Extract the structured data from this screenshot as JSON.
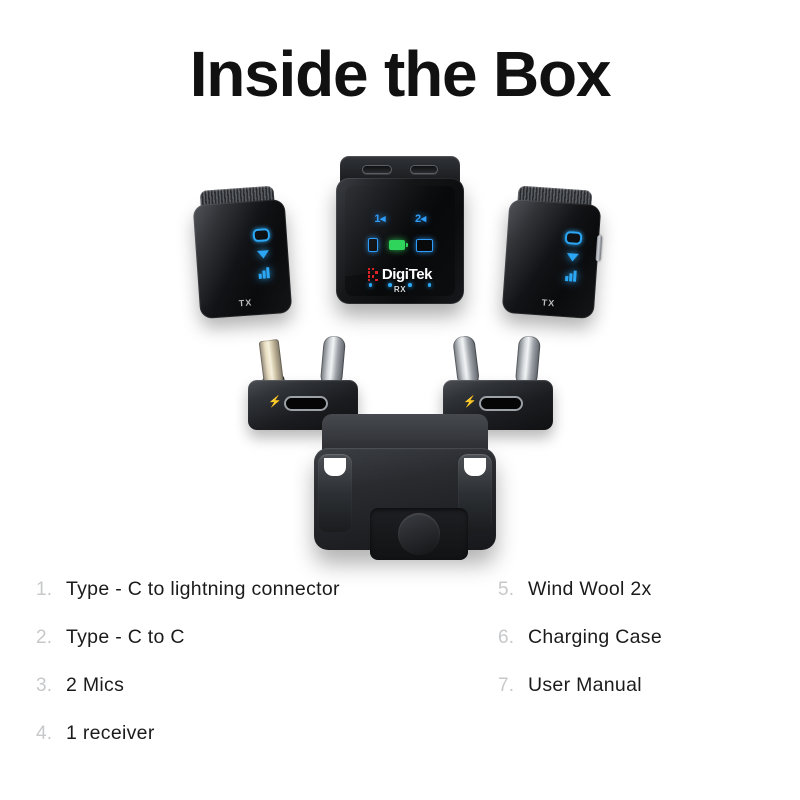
{
  "page": {
    "title": "Inside the Box",
    "background_color": "#ffffff"
  },
  "colors": {
    "title_text": "#111111",
    "item_text": "#1b1b1b",
    "item_number": "#c6c8ca",
    "led_blue": "#29a8f7",
    "battery_green": "#2fd45b",
    "brand_red": "#e02424"
  },
  "product": {
    "receiver": {
      "name": "wireless-receiver",
      "brand": "DigiTek",
      "sublabel": "RX",
      "channels": [
        "1◂",
        "2◂"
      ],
      "ports": [
        "usb-c-port",
        "headphone-jack"
      ],
      "status_icons": [
        "phone-icon",
        "battery-icon",
        "camera-icon"
      ],
      "led_count": 4
    },
    "transmitter_left": {
      "name": "wireless-transmitter-left",
      "label": "TX",
      "indicators": [
        "link-icon",
        "mic-icon",
        "signal-bars-icon"
      ]
    },
    "transmitter_right": {
      "name": "wireless-transmitter-right",
      "label": "TX",
      "indicators": [
        "link-icon",
        "mic-icon",
        "signal-bars-icon"
      ]
    },
    "adapter_lightning": {
      "name": "lightning-adapter",
      "plugs": [
        "lightning-plug",
        "usb-c-plug"
      ],
      "front_port": "usb-c-port",
      "marking": "⚡"
    },
    "adapter_typec": {
      "name": "type-c-adapter",
      "plugs": [
        "usb-c-plug",
        "usb-c-plug"
      ],
      "front_port": "usb-c-port",
      "marking": "⚡"
    },
    "charging_case": {
      "name": "charging-case"
    }
  },
  "contents": {
    "left_column": [
      {
        "number": "1.",
        "label": "Type - C to lightning connector"
      },
      {
        "number": "2.",
        "label": "Type - C to C"
      },
      {
        "number": "3.",
        "label": "2 Mics"
      },
      {
        "number": "4.",
        "label": "1 receiver"
      }
    ],
    "right_column": [
      {
        "number": "5.",
        "label": "Wind Wool 2x"
      },
      {
        "number": "6.",
        "label": "Charging Case"
      },
      {
        "number": "7.",
        "label": "User Manual"
      }
    ]
  }
}
